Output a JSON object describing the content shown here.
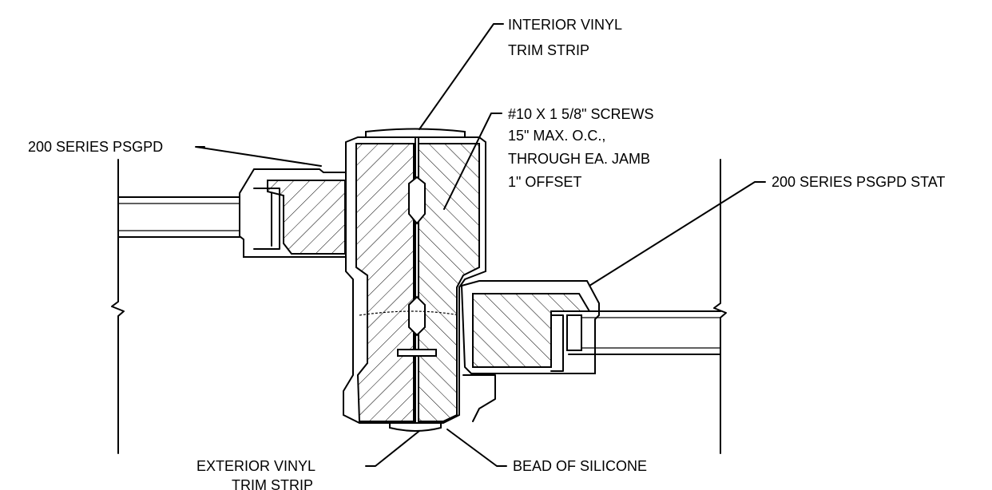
{
  "labels": {
    "interior_trim": [
      "INTERIOR VINYL",
      "TRIM STRIP"
    ],
    "psgpd": "200 SERIES PSGPD",
    "screws": [
      "#10 X 1 5/8\" SCREWS",
      "15\" MAX. O.C.,",
      "THROUGH EA. JAMB",
      "1\" OFFSET"
    ],
    "psgpd_stat": "200 SERIES PSGPD STAT",
    "exterior_trim": [
      "EXTERIOR VINYL",
      "TRIM STRIP"
    ],
    "silicone": "BEAD OF SILICONE"
  }
}
